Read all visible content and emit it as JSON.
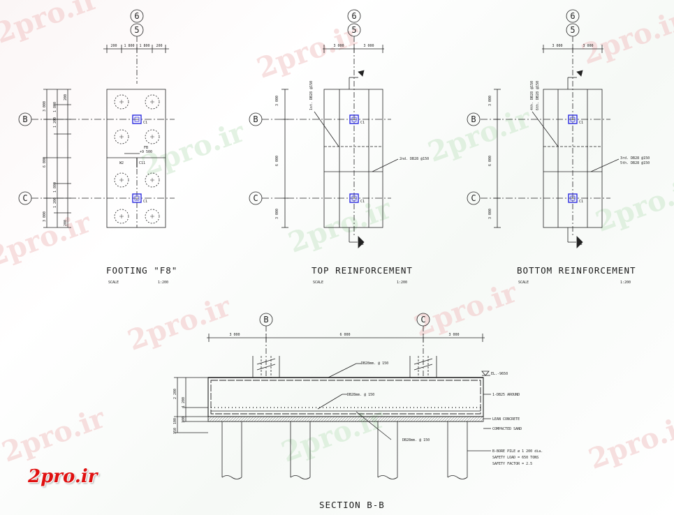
{
  "grid": {
    "top_labels": [
      "6",
      "5"
    ],
    "row_b": "B",
    "row_c": "C"
  },
  "footing": {
    "title": "FOOTING  \"F8\"",
    "scale_label": "SCALE",
    "scale_value": "1:200",
    "top_dims": [
      "200",
      "1 800",
      "1 800",
      "200"
    ],
    "left_dims": [
      "3 000",
      "1 800",
      "1 200",
      "6 000",
      "1 800",
      "3 000",
      "1 200",
      "200",
      "200"
    ],
    "col_label": "C1",
    "note_lines": [
      "FB",
      "+9 500"
    ],
    "tags": [
      "W2",
      "C11"
    ]
  },
  "top_reinf": {
    "title": "TOP  REINFORCEMENT",
    "scale_label": "SCALE",
    "scale_value": "1:200",
    "top_dims": [
      "3 000",
      "3 000"
    ],
    "left_dims": [
      "3 000",
      "6 000",
      "3 000"
    ],
    "bar_note_1": "1st. DB28 @150",
    "bar_note_2": "2nd. DB28 @150",
    "section_mark": "B",
    "col_label": "C1"
  },
  "bottom_reinf": {
    "title": "BOTTOM  REINFORCEMENT",
    "scale_label": "SCALE",
    "scale_value": "1:200",
    "top_dims": [
      "3 000",
      "3 000"
    ],
    "left_dims": [
      "3 000",
      "6 000",
      "3 000"
    ],
    "bar_note_1a": "4th. DB28 @150",
    "bar_note_1b": "6th. DB28 @150",
    "bar_note_2a": "3rd. DB28 @150",
    "bar_note_2b": "5th. DB28 @150",
    "section_mark": "B",
    "col_label": "C1"
  },
  "section": {
    "title": "SECTION   B-B",
    "top_dims": [
      "3 000",
      "6 000",
      "3 000"
    ],
    "left_dims": [
      "2 200",
      "1 200",
      "100",
      "100",
      "150"
    ],
    "top_bar": "DB28mm. @ 150",
    "mid_bar": "DB28mm. @ 150",
    "bottom_bar": "DB28mm. @ 150",
    "level": "EL.-9650",
    "around": "1-DB25 AROUND",
    "lean": "LEAN CONCRETE",
    "sand": "COMPACTED SAND",
    "pile_note": [
      "B-BORE PILE ø 1 200 dia.",
      "SAFETY LOAD = 650 TONS",
      "SAFETY FACTOR = 2.5"
    ]
  },
  "watermark": {
    "text": "2pro.ir"
  },
  "logo": {
    "text": "2pro.ir",
    "color": "#e01010"
  }
}
